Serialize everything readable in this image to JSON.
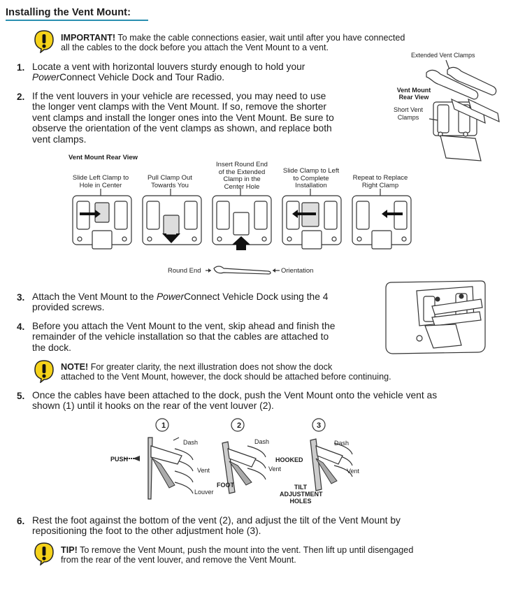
{
  "title": "Installing the Vent Mount:",
  "important": {
    "label": "IMPORTANT!",
    "line1": "To make the cable connections easier, wait until after you have connected",
    "line2": "all the cables to the dock before you attach the Vent Mount to a vent."
  },
  "steps": [
    {
      "num": "1.",
      "lines": [
        "Locate a vent with horizontal louvers sturdy enough to hold your",
        "PowerConnect Vehicle Dock and Tour Radio."
      ]
    },
    {
      "num": "2.",
      "lines": [
        "If the vent louvers in your vehicle are recessed, you may need to use",
        "the longer vent clamps with the Vent Mount. If so, remove the shorter",
        "vent clamps and install the longer ones into the Vent Mount. Be sure to",
        "observe the orientation of the vent clamps as shown, and replace both",
        "vent clamps."
      ]
    },
    {
      "num": "3.",
      "lines": [
        "Attach the Vent Mount to the PowerConnect Vehicle Dock using the 4",
        "provided screws."
      ]
    },
    {
      "num": "4.",
      "lines": [
        "Before you attach the Vent Mount to the vent, skip ahead and finish the",
        "remainder of the vehicle installation so that the cables are attached to",
        "the dock."
      ]
    },
    {
      "num": "5.",
      "lines": [
        "Once the cables have been attached to the dock, push the Vent Mount onto the vehicle vent as",
        "shown (1) until it hooks on the rear of the vent louver (2)."
      ]
    },
    {
      "num": "6.",
      "lines": [
        "Rest the foot against the bottom of the vent (2), and adjust the tilt of the Vent Mount by",
        "repositioning the foot to the other adjustment hole (3)."
      ]
    }
  ],
  "figure_clamps": {
    "extended": "Extended Vent Clamps",
    "rear_view_1": "Vent Mount",
    "rear_view_2": "Rear View",
    "short_1": "Short Vent",
    "short_2": "Clamps"
  },
  "rear_view": {
    "heading": "Vent Mount Rear View",
    "captions": [
      [
        "Slide Left Clamp to",
        "Hole in Center"
      ],
      [
        "Pull Clamp Out",
        "Towards You"
      ],
      [
        "Insert Round End",
        "of the Extended",
        "Clamp in the",
        "Center Hole"
      ],
      [
        "Slide Clamp to Left",
        "to Complete",
        "Installation"
      ],
      [
        "Repeat to Replace",
        "Right Clamp"
      ]
    ],
    "round_end": "Round End",
    "orientation": "Orientation"
  },
  "note": {
    "label": "NOTE!",
    "line1": "For greater clarity, the next illustration does not show the dock",
    "line2": "attached to the Vent Mount, however, the dock should be attached before continuing."
  },
  "push_figure": {
    "circle_labels": [
      "1",
      "2",
      "3"
    ],
    "push": "PUSH",
    "dash": "Dash",
    "vent": "Vent",
    "louver": "Louver",
    "foot": "FOOT",
    "hooked": "HOOKED",
    "tilt_1": "TILT",
    "tilt_2": "ADJUSTMENT",
    "tilt_3": "HOLES"
  },
  "tip": {
    "label": "TIP!",
    "line1": "To remove the Vent Mount, push the mount into the vent. Then lift up until disengaged",
    "line2": "from the rear of the vent louver, and remove the Vent Mount."
  },
  "colors": {
    "accent": "#2a8fb0",
    "icon_yellow": "#f5d21a"
  },
  "icons": [
    "exclamation-icon"
  ]
}
